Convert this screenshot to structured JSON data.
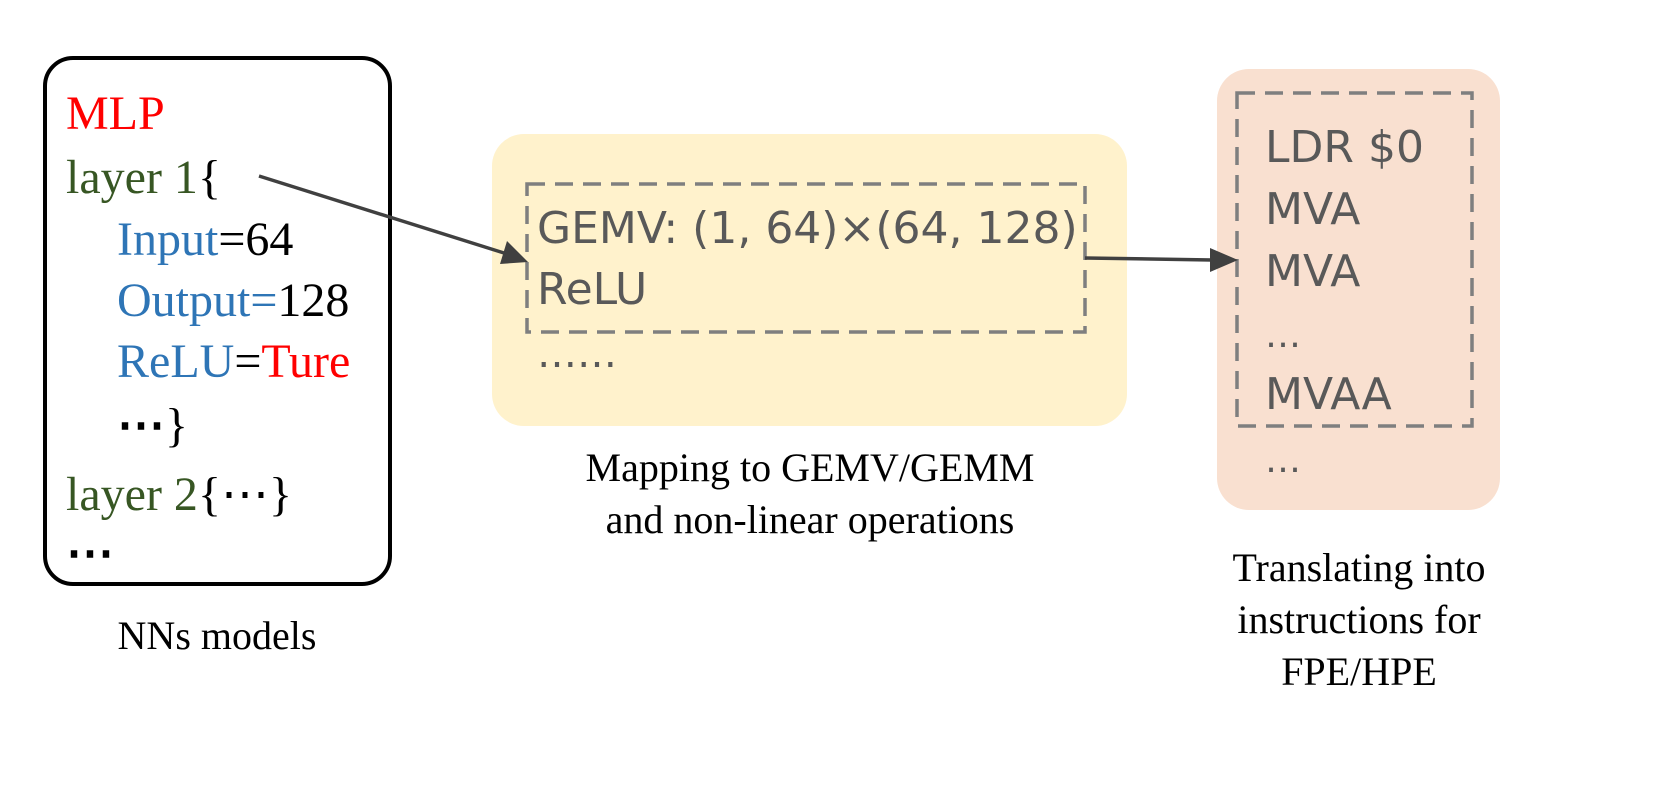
{
  "model": {
    "title": "MLP",
    "layer1_label": "layer 1",
    "open_brace": "{",
    "input_key": "Input",
    "input_eq": "=",
    "input_value": "64",
    "output_key": "Output=",
    "output_value": "128",
    "relu_key": "ReLU",
    "relu_eq": "=",
    "relu_value": "Ture",
    "ellipsis": "⋯",
    "close_brace": "}",
    "layer2_label": "layer 2",
    "layer2_body": "{⋯}",
    "more": "⋯",
    "caption": "NNs models"
  },
  "mapping": {
    "line1": "GEMV: (1, 64)×(64, 128)",
    "line2": "ReLU",
    "dots": "……",
    "caption_line1": "Mapping to GEMV/GEMM",
    "caption_line2": "and non-linear operations"
  },
  "instructions": {
    "lines": [
      "LDR $0",
      "MVA",
      "MVA",
      "…",
      "MVAA"
    ],
    "after": "…",
    "caption_line1": "Translating into",
    "caption_line2": "instructions for",
    "caption_line3": "FPE/HPE"
  },
  "colors": {
    "title_red": "#ff0000",
    "layer_green": "#375623",
    "key_blue": "#2e75b6",
    "mapping_fill": "#fff2cc",
    "instr_fill": "#f9e0d0",
    "dashed_gray": "#7f7f7f",
    "arrow": "#404040"
  }
}
